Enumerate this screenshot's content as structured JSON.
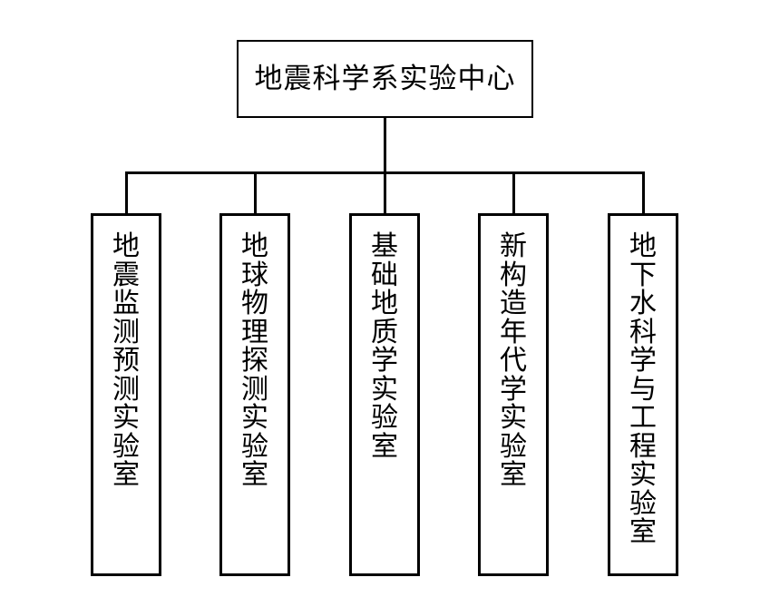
{
  "diagram": {
    "type": "organization-hierarchy-chart",
    "orientation": "top-down",
    "background_color": "#ffffff",
    "line_color": "#000000",
    "text_color": "#000000",
    "root": {
      "label": "地震科学系实验中心",
      "text_orientation": "horizontal"
    },
    "children": [
      {
        "label": "地震监测预测实验室",
        "text_orientation": "vertical"
      },
      {
        "label": "地球物理探测实验室",
        "text_orientation": "vertical"
      },
      {
        "label": "基础地质学实验室",
        "text_orientation": "vertical"
      },
      {
        "label": "新构造年代学实验室",
        "text_orientation": "vertical"
      },
      {
        "label": "地下水科学与工程实验室",
        "text_orientation": "vertical"
      }
    ]
  }
}
